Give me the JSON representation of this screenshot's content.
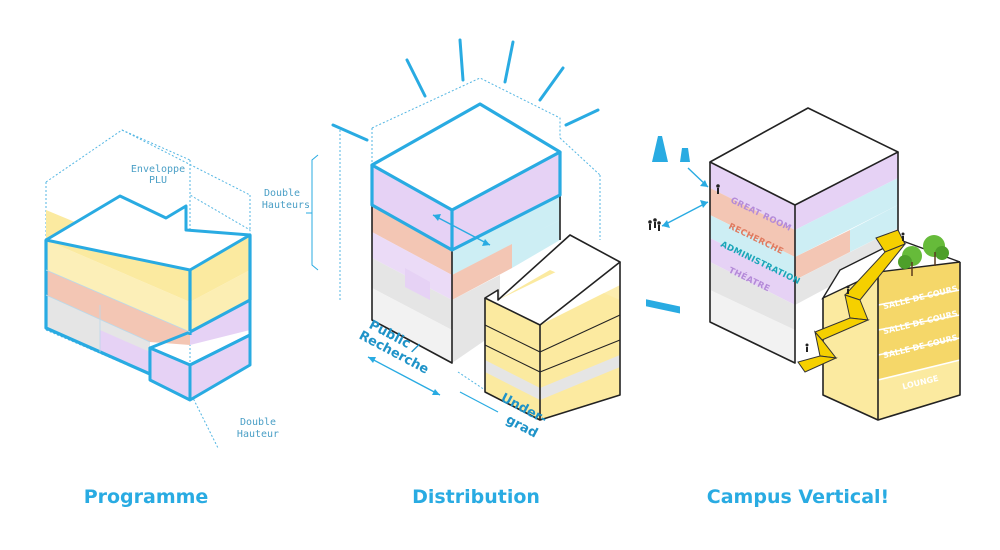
{
  "captions": {
    "programme": "Programme",
    "distribution": "Distribution",
    "campus": "Campus Vertical!"
  },
  "programme_labels": {
    "envelope_1": "Enveloppe",
    "envelope_2": "PLU",
    "double_1": "Double",
    "double_2": "Hauteur"
  },
  "distribution_labels": {
    "double_1": "Double",
    "double_2": "Hauteurs",
    "public_1": "Public /",
    "public_2": "Recherche",
    "undergrad_1": "Under-",
    "undergrad_2": "grad"
  },
  "campus_floors": [
    "GREAT ROOM",
    "RECHERCHE",
    "ADMINISTRATION",
    "THÉATRE"
  ],
  "campus_side_floors": [
    "SALLE DE COURS",
    "SALLE DE COURS",
    "SALLE DE COURS",
    "LOUNGE"
  ],
  "colors": {
    "accent": "#29abe2",
    "yellow": "#fbeaa0",
    "purple": "#e6d2f5",
    "salmon": "#f3c6b4",
    "cyan": "#cdeef4",
    "grey": "#e5e5e5"
  }
}
